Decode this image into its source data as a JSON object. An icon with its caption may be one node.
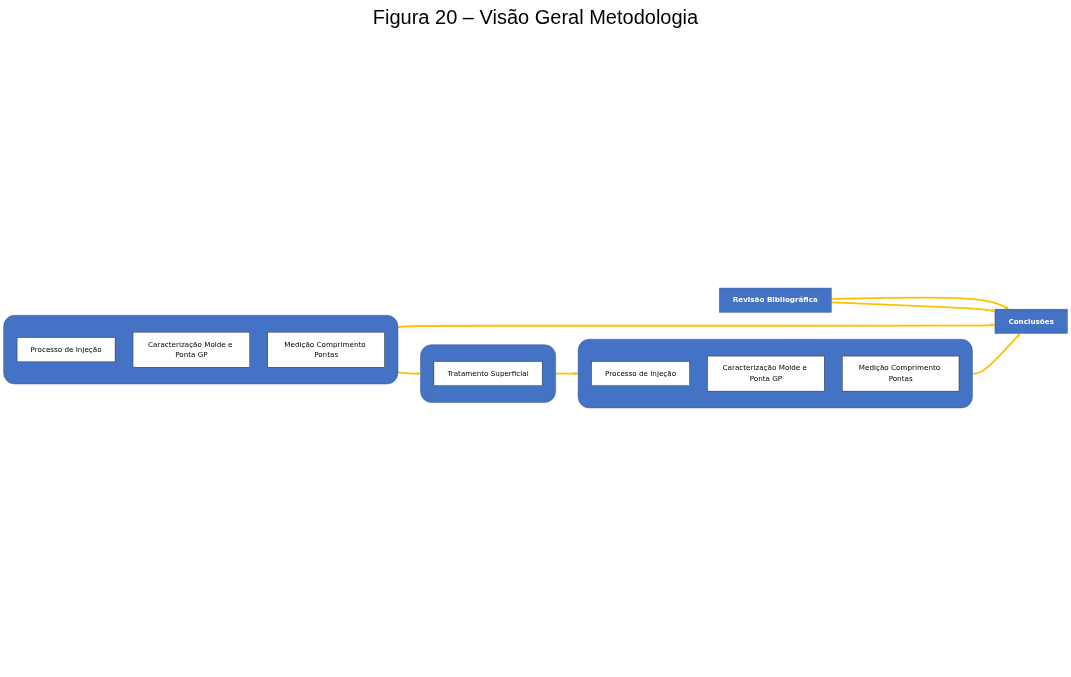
{
  "diagram": {
    "title": "Figura 20 – Visão Geral Metodologia",
    "nodes": [
      {
        "text": [
          "Revisão Bibliográfica"
        ]
      },
      {
        "text": [],
        "shape": "box"
      },
      {
        "text": [
          "Processo de Injeção"
        ],
        "in": 1
      },
      {
        "text": [
          "Caracterização Molde e Ponta GP"
        ],
        "in": 1
      },
      {
        "text": [
          "Medição Comprimento Pontas"
        ],
        "in": 1
      },
      {
        "text": [],
        "shape": "box"
      },
      {
        "text": [
          "Tratamento Superficial"
        ],
        "in": 5
      },
      {
        "text": [],
        "shape": "box"
      },
      {
        "text": [
          "Processo de Injeção"
        ],
        "in": 7
      },
      {
        "text": [
          "Caracterização Molde e Ponta GP"
        ],
        "in": 7
      },
      {
        "text": [
          "Medição Comprimento Pontas"
        ],
        "in": 7
      },
      {
        "text": [
          "Conclusões"
        ]
      }
    ],
    "edges": [
      {
        "from": 1,
        "to": 5,
        "arrow": "to",
        "color": "#ffc000"
      },
      {
        "from": 5,
        "to": 7,
        "arrow": "to",
        "color": "#ffc000"
      },
      {
        "from": 1,
        "to": 11,
        "arrow": "to",
        "color": "#ffc000"
      },
      {
        "from": 7,
        "to": 11,
        "arrow": "to",
        "color": "#ffc000"
      },
      {
        "from": 0,
        "to": 11,
        "arrow": "to",
        "color": "#ffc000"
      },
      {
        "from": 0,
        "to": 11,
        "arrow": "to",
        "color": "#ffc000"
      }
    ]
  }
}
